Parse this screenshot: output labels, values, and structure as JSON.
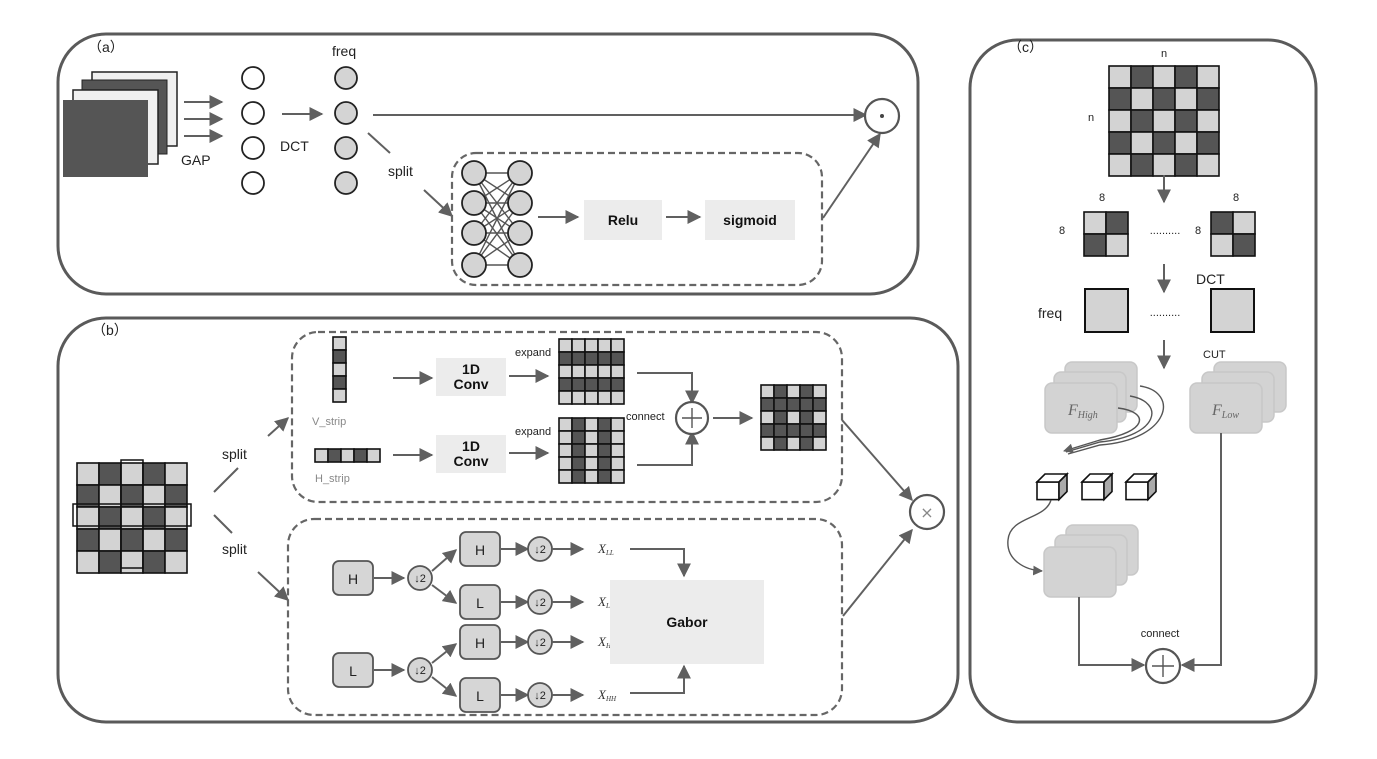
{
  "panels": {
    "a": {
      "label": "（a）",
      "gap": "GAP",
      "dct": "DCT",
      "freq": "freq",
      "split": "split",
      "relu": "Relu",
      "sigmoid": "sigmoid",
      "operator": "⊙"
    },
    "b": {
      "label": "（b）",
      "split_top": "split",
      "split_bottom": "split",
      "v_strip": "V_strip",
      "h_strip": "H_strip",
      "conv_line1": "1D",
      "conv_line2": "Conv",
      "expand_top": "expand",
      "expand_bottom": "expand",
      "connect": "connect",
      "h_node": "H",
      "l_node": "L",
      "downsample": "↓2",
      "x_ll_base": "X",
      "x_ll_sub": "LL",
      "x_lh_sub": "LH",
      "x_hl_sub": "HL",
      "x_hh_sub": "HH",
      "gabor": "Gabor",
      "operator": "×"
    },
    "c": {
      "label": "（c）",
      "n_top": "n",
      "n_left": "n",
      "eight_a": "8",
      "eight_b": "8",
      "eight_c": "8",
      "eight_d": "8",
      "dots": "..........",
      "dct": "DCT",
      "freq": "freq",
      "cut": "CUT",
      "f_high_base": "F",
      "f_high_sub": "High",
      "f_low_base": "F",
      "f_low_sub": "Low",
      "connect": "connect"
    }
  },
  "colors": {
    "dark_cell": "#555555",
    "light_cell": "#d3d3d3",
    "line": "#606060"
  }
}
